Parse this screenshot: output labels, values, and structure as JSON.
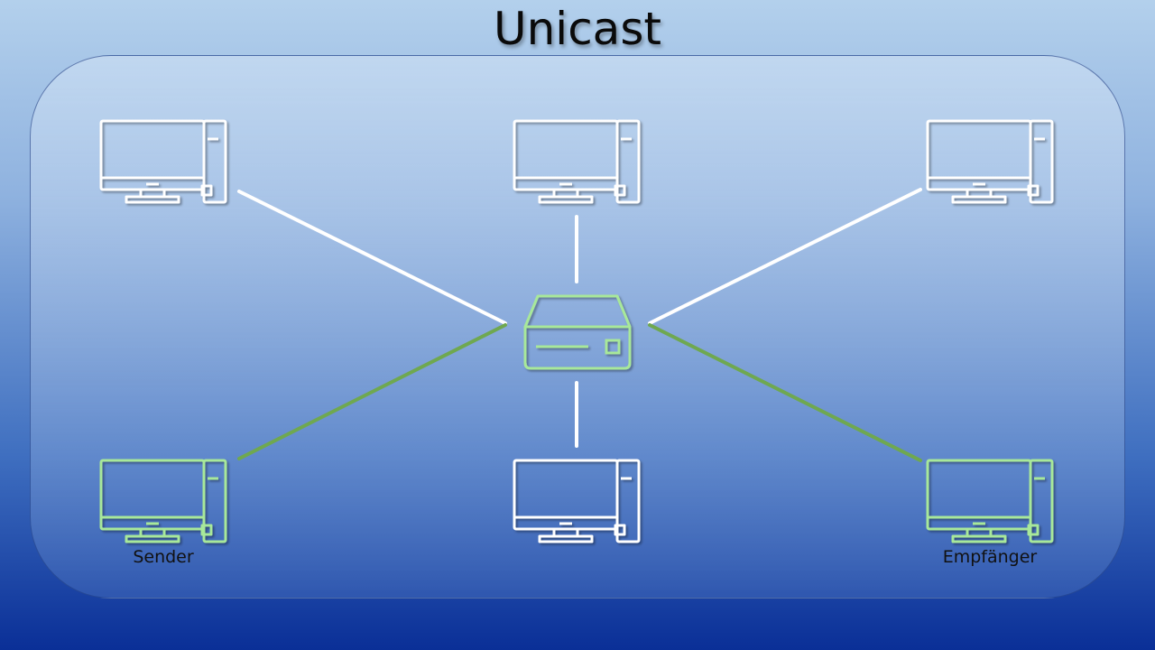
{
  "title": "Unicast",
  "labels": {
    "sender": "Sender",
    "receiver": "Empfänger"
  },
  "colors": {
    "active": "#a8e89a",
    "active_link": "#6fa850",
    "inactive": "#ffffff"
  },
  "nodes": [
    {
      "id": "pc-top-left",
      "kind": "computer",
      "active": false
    },
    {
      "id": "pc-top-center",
      "kind": "computer",
      "active": false
    },
    {
      "id": "pc-top-right",
      "kind": "computer",
      "active": false
    },
    {
      "id": "pc-bottom-left",
      "kind": "computer",
      "active": true,
      "role": "sender"
    },
    {
      "id": "pc-bottom-center",
      "kind": "computer",
      "active": false
    },
    {
      "id": "pc-bottom-right",
      "kind": "computer",
      "active": true,
      "role": "receiver"
    },
    {
      "id": "switch",
      "kind": "switch",
      "active": true
    }
  ],
  "links": [
    {
      "from": "pc-top-left",
      "to": "switch",
      "active": false
    },
    {
      "from": "pc-top-center",
      "to": "switch",
      "active": false
    },
    {
      "from": "pc-top-right",
      "to": "switch",
      "active": false
    },
    {
      "from": "pc-bottom-left",
      "to": "switch",
      "active": true
    },
    {
      "from": "pc-bottom-center",
      "to": "switch",
      "active": false
    },
    {
      "from": "pc-bottom-right",
      "to": "switch",
      "active": true
    }
  ]
}
